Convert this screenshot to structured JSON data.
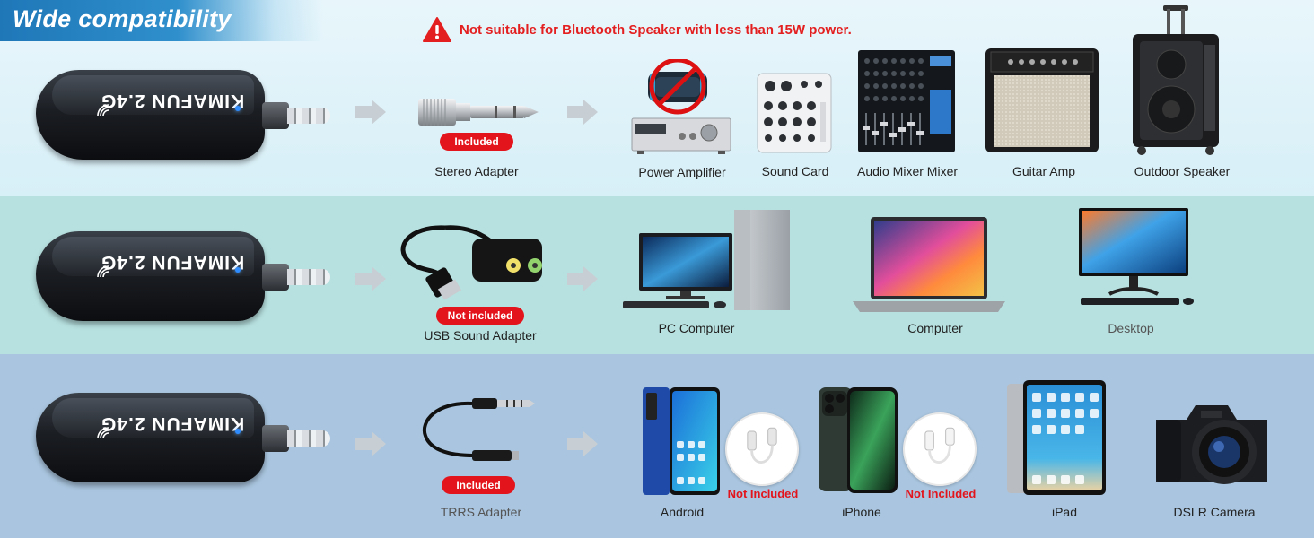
{
  "title": "Wide compatibility",
  "warning": "Not suitable for Bluetooth Speaker with less than 15W power.",
  "device_brand": "KIMAFUN 2.4G",
  "rows": [
    {
      "adapter": {
        "label": "Stereo Adapter",
        "badge": "Included"
      },
      "devices": [
        {
          "label": "Power Amplifier"
        },
        {
          "label": "Sound Card"
        },
        {
          "label": "Audio Mixer Mixer"
        },
        {
          "label": "Guitar Amp"
        },
        {
          "label": "Outdoor Speaker"
        }
      ]
    },
    {
      "adapter": {
        "label": "USB Sound Adapter",
        "badge": "Not included"
      },
      "devices": [
        {
          "label": "PC Computer"
        },
        {
          "label": "Computer"
        },
        {
          "label": "Desktop"
        }
      ]
    },
    {
      "adapter": {
        "label": "TRRS Adapter",
        "badge": "Included"
      },
      "devices": [
        {
          "label": "Android",
          "note": "Not Included"
        },
        {
          "label": "iPhone",
          "note": "Not Included"
        },
        {
          "label": "iPad"
        },
        {
          "label": "DSLR Camera"
        }
      ]
    }
  ],
  "colors": {
    "title_bar": "#1f77b8",
    "warning_red": "#e41f1f",
    "badge_red": "#e3141b",
    "row1_bg": "#dff1f7",
    "row2_bg": "#b7e1e0",
    "row3_bg": "#a9c5df"
  }
}
